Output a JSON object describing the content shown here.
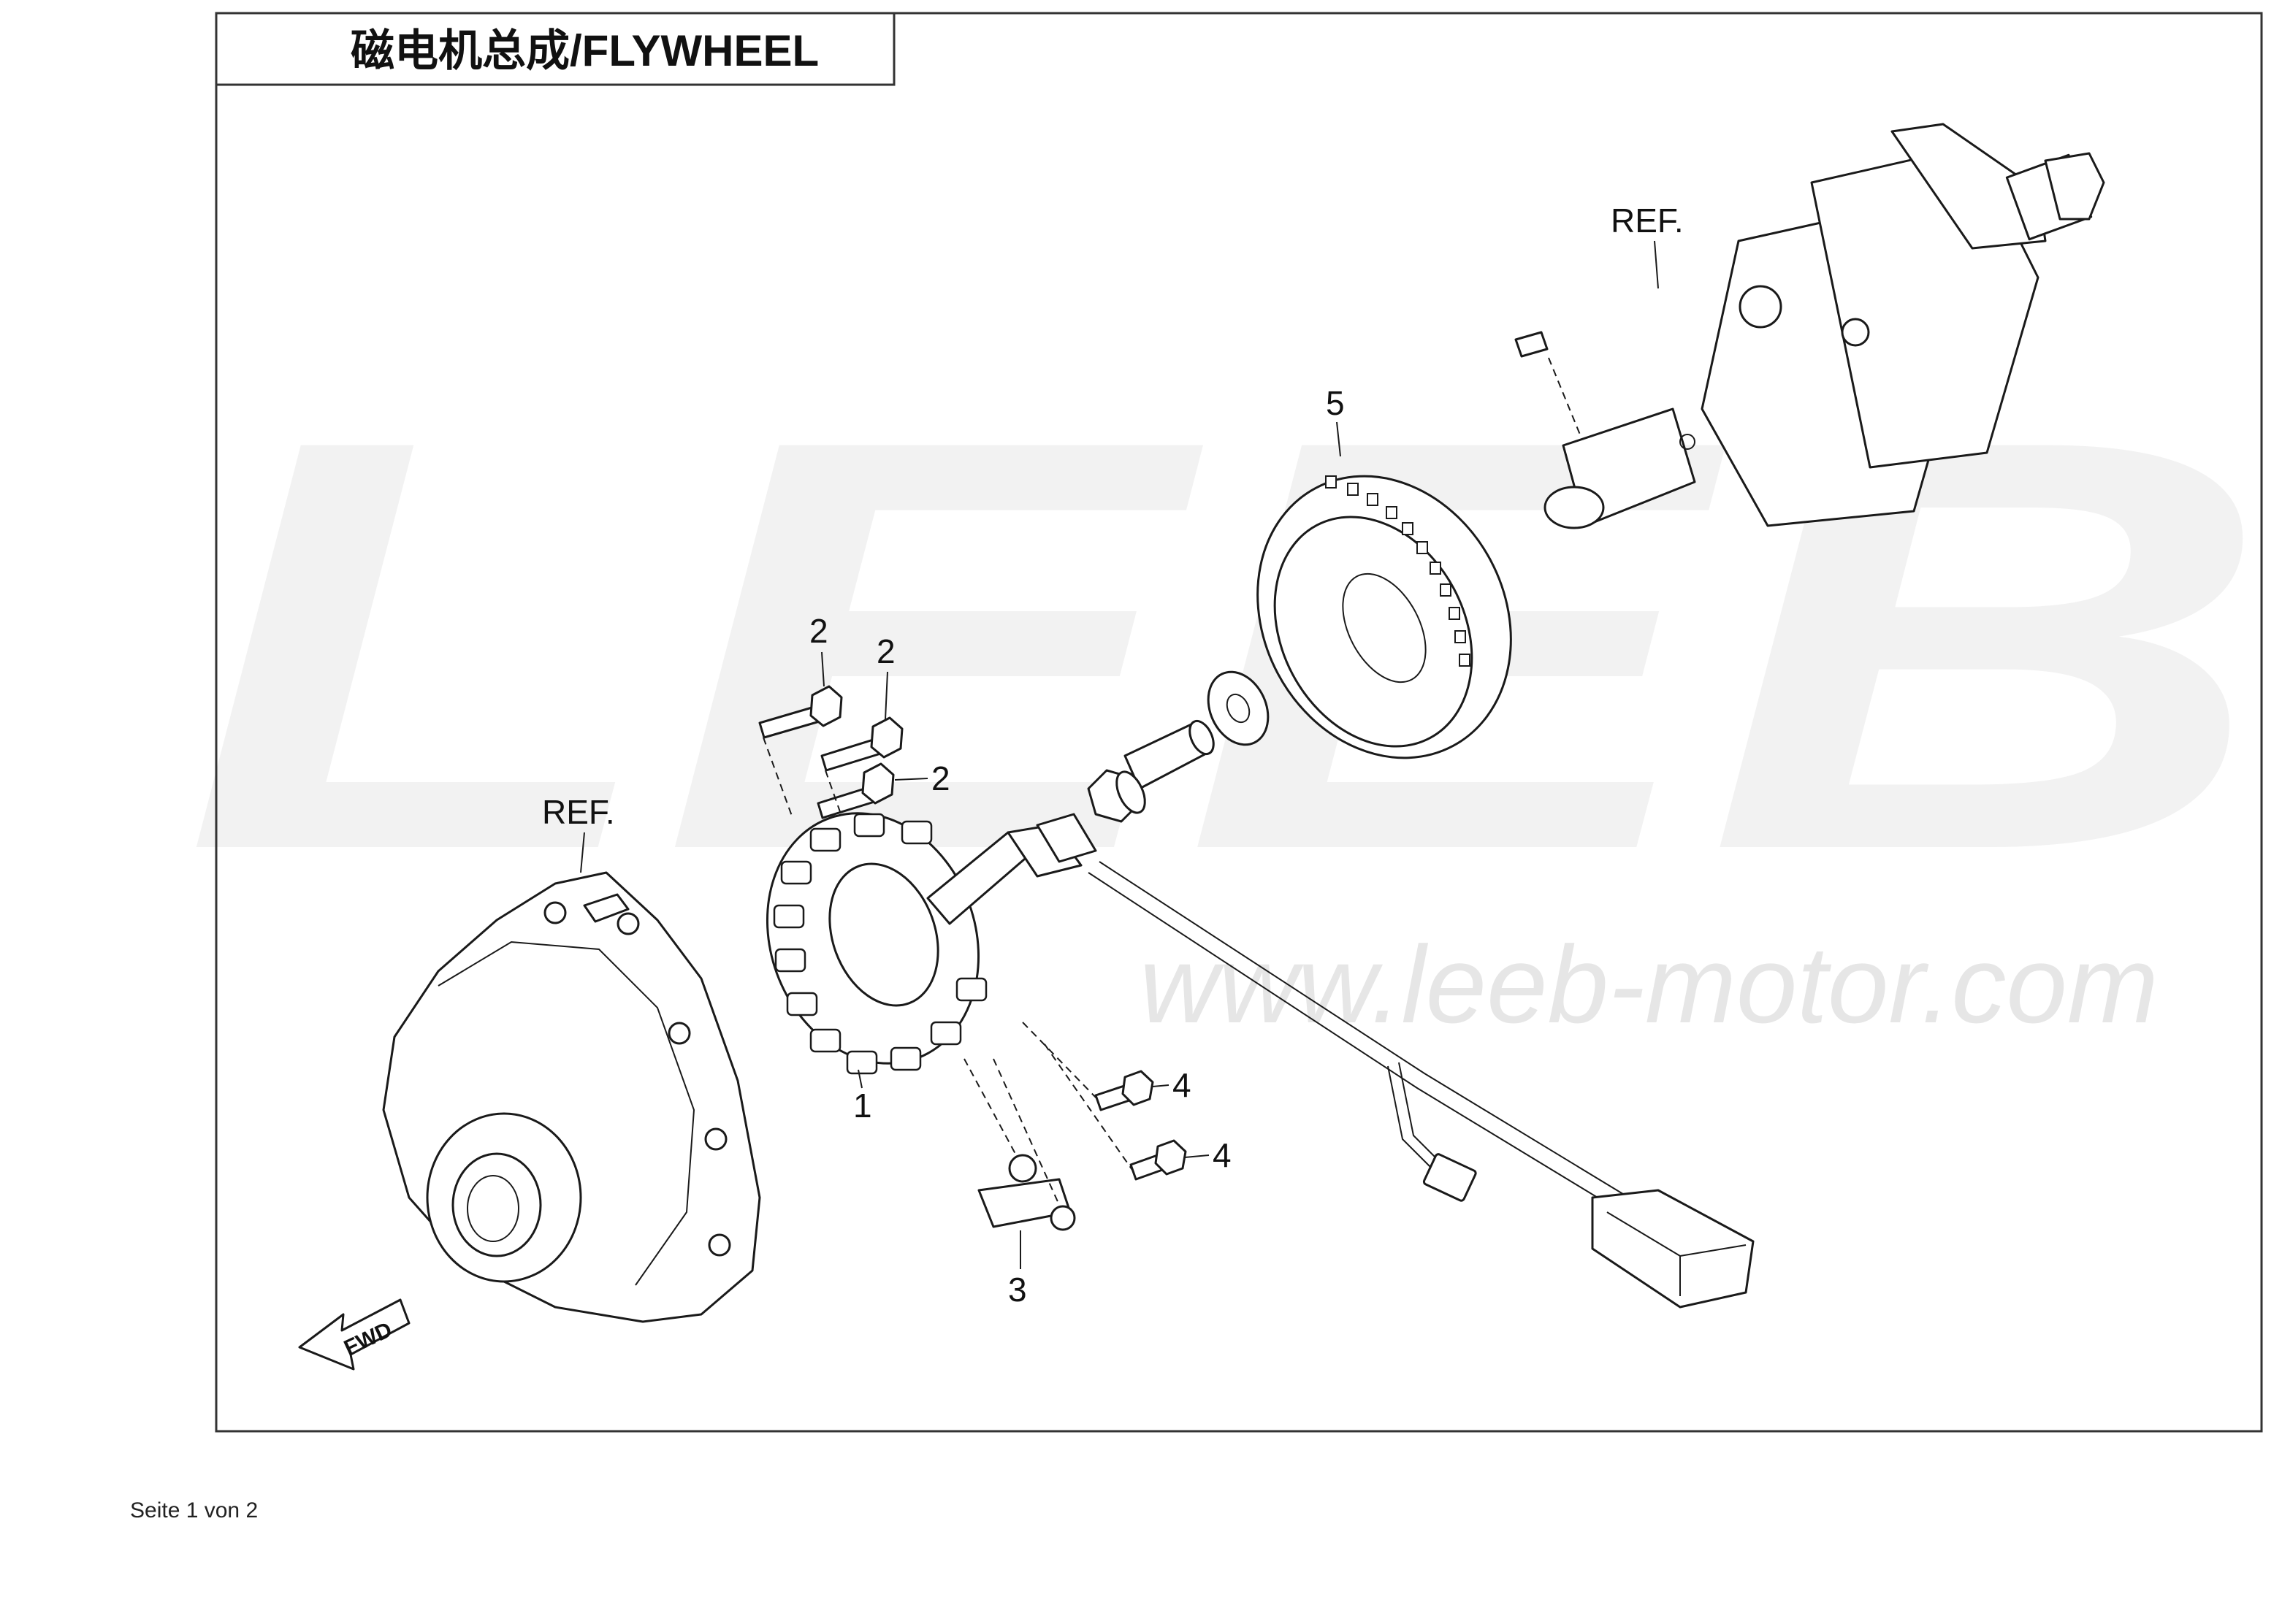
{
  "header": {
    "title": "磁电机总成/FLYWHEEL"
  },
  "watermark": {
    "logo": "LEEB",
    "url": "www.leeb-motor.com"
  },
  "diagram": {
    "ref_labels": [
      "REF.",
      "REF."
    ],
    "callouts": [
      "1",
      "2",
      "2",
      "2",
      "3",
      "4",
      "4",
      "5"
    ],
    "direction_marker": "FWD"
  },
  "footer": {
    "page_info": "Seite 1 von 2"
  },
  "colors": {
    "line": "#1a1a1a",
    "border": "#333333",
    "watermark": "#f1f1f1"
  }
}
